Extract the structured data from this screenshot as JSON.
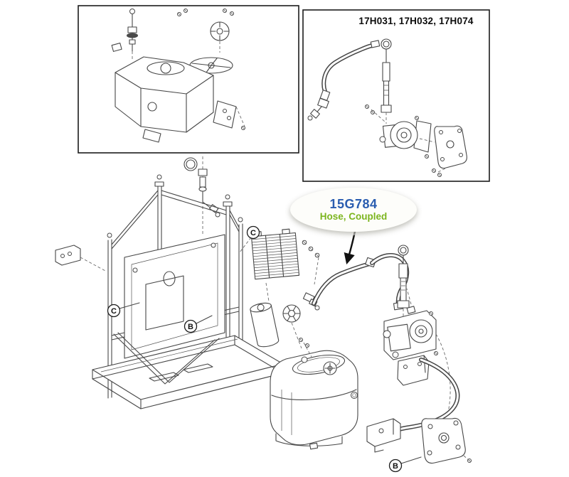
{
  "diagram": {
    "inset_top_right_title": "17H031, 17H032, 17H074",
    "line_color": "#474747"
  },
  "callout": {
    "part_number": "15G784",
    "part_name": "Hose, Coupled",
    "part_number_color": "#2a5db0",
    "part_name_color": "#7cb51e"
  },
  "reference_labels": {
    "c_frame": "C",
    "b_frame": "B",
    "c_cooler": "C",
    "b_bracket": "B"
  }
}
